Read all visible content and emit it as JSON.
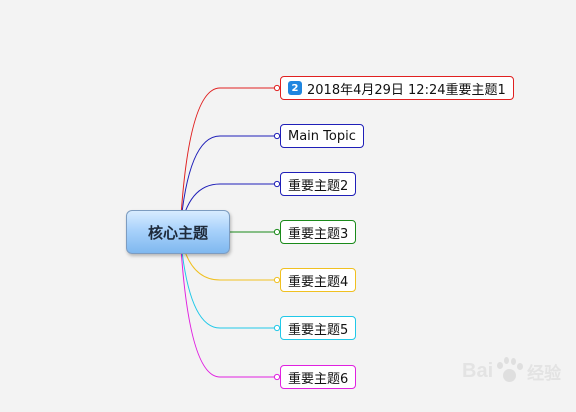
{
  "central_topic": "核心主题",
  "topics": [
    {
      "badge": "2",
      "label": "2018年4月29日 12:24重要主题1",
      "color": "#e02020"
    },
    {
      "label": "Main Topic",
      "color": "#1f1fb8"
    },
    {
      "label": "重要主题2",
      "color": "#1f1fb8"
    },
    {
      "label": "重要主题3",
      "color": "#1a8a1a"
    },
    {
      "label": "重要主题4",
      "color": "#f0c020"
    },
    {
      "label": "重要主题5",
      "color": "#20c8e8"
    },
    {
      "label": "重要主题6",
      "color": "#e020e0"
    }
  ],
  "watermark": {
    "text_latin": "Bai",
    "text_cn": "经验"
  }
}
